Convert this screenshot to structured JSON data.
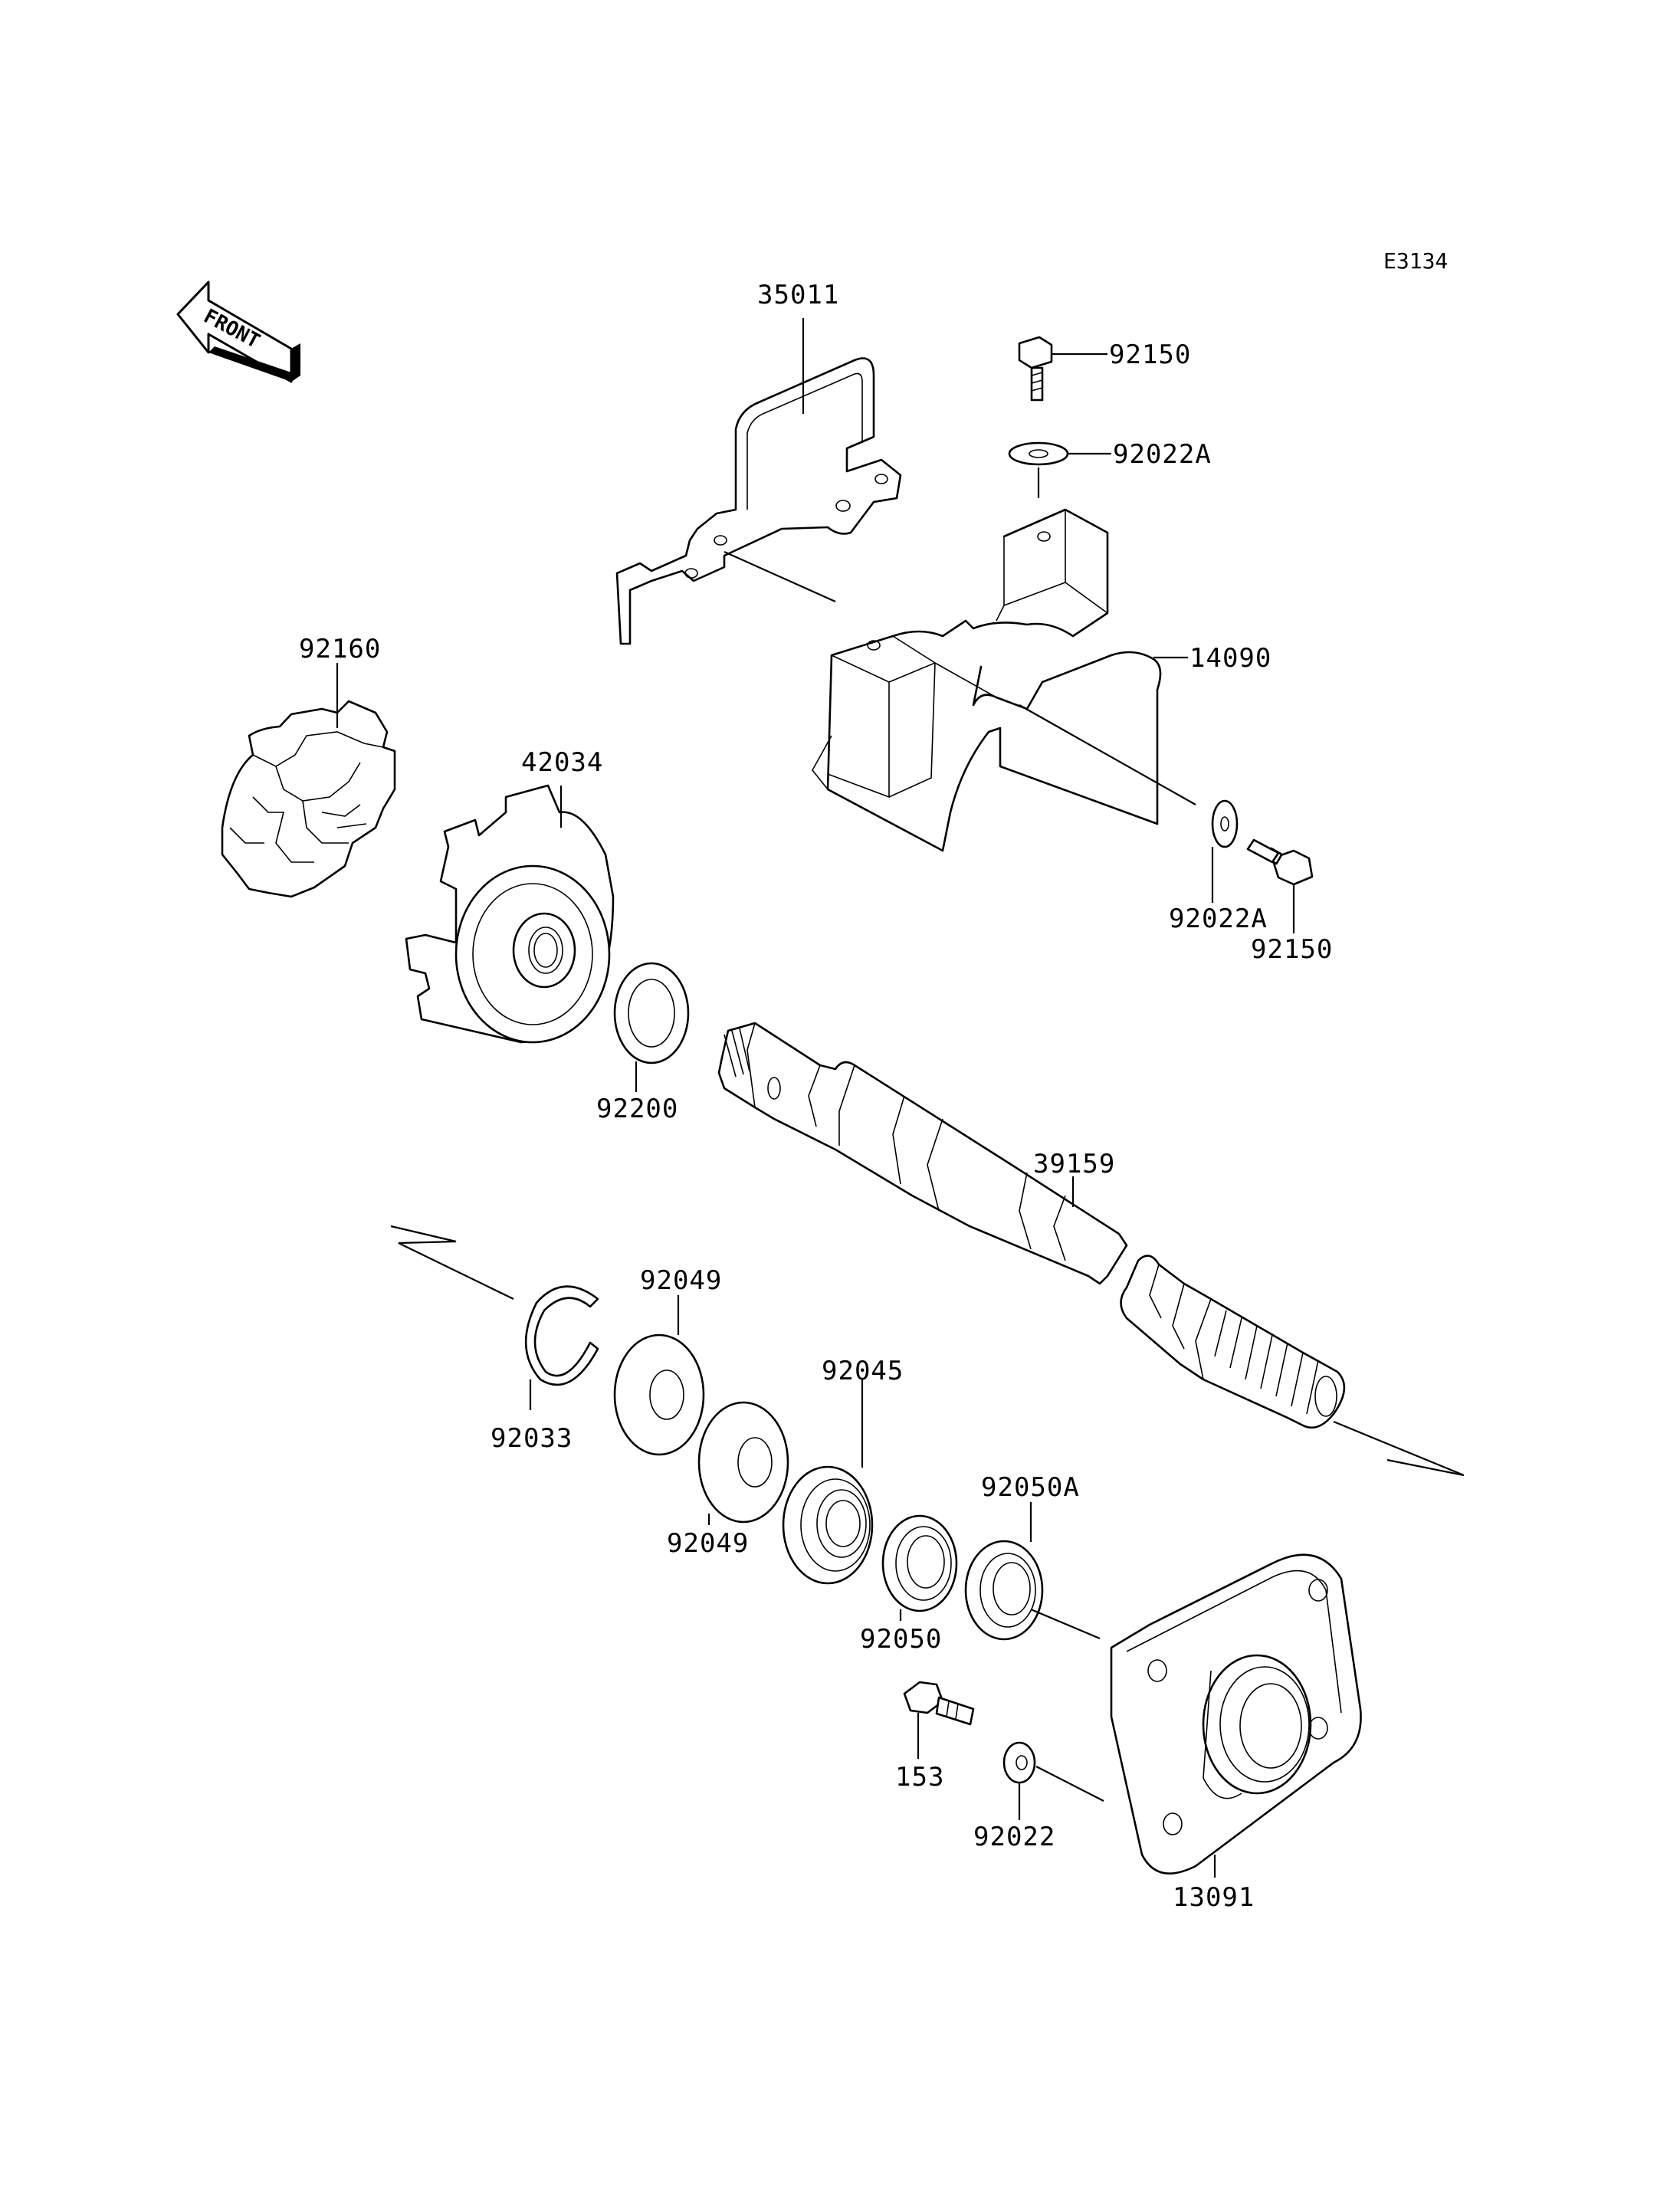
{
  "diagram_code": "E3134",
  "front_label": "FRONT",
  "labels": {
    "p35011": "35011",
    "p92150_top": "92150",
    "p92022A_top": "92022A",
    "p14090": "14090",
    "p92160": "92160",
    "p42034": "42034",
    "p92022A_bottom": "92022A",
    "p92150_bottom": "92150",
    "p92200": "92200",
    "p39159": "39159",
    "p92049_top": "92049",
    "p92033": "92033",
    "p92045": "92045",
    "p92049_bottom": "92049",
    "p92050A": "92050A",
    "p92050": "92050",
    "p153": "153",
    "p92022": "92022",
    "p13091": "13091"
  }
}
